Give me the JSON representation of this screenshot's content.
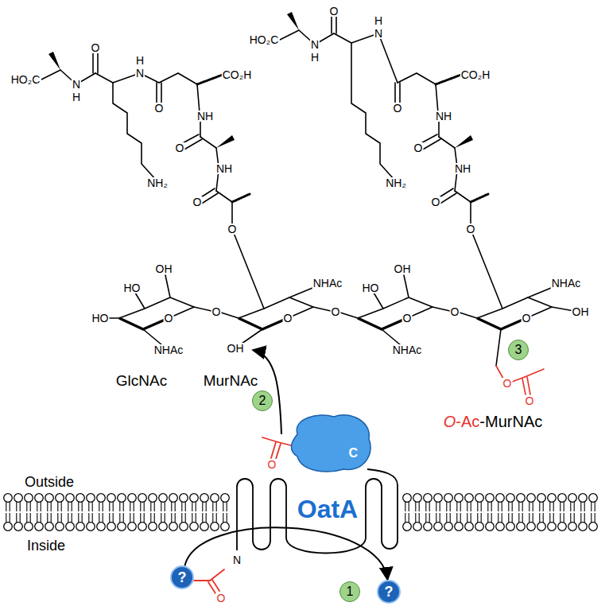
{
  "diagram": {
    "nodes": [
      {
        "text": [
          "3"
        ]
      },
      {
        "text": [
          "2"
        ]
      },
      {
        "text": [
          "C"
        ]
      },
      {
        "text": [
          "?"
        ]
      },
      {
        "text": [
          "1"
        ]
      },
      {
        "text": [
          "?"
        ]
      }
    ],
    "edges": [
      {
        "from": 3,
        "to": 5,
        "arrow": "to"
      }
    ],
    "labels": [
      "HO₂C",
      "O",
      "N",
      "H",
      "H",
      "N",
      "NH₂",
      "O",
      "CO₂H",
      "NH",
      "O",
      "NH",
      "O",
      "O",
      "HO₂C",
      "O",
      "N",
      "H",
      "H",
      "N",
      "NH₂",
      "O",
      "CO₂H",
      "NH",
      "O",
      "NH",
      "O",
      "O",
      "OH",
      "HO",
      "HO",
      "O",
      "NHAc",
      "O",
      "NHAc",
      "O",
      "OH",
      "O",
      "OH",
      "HO",
      "O",
      "NHAc",
      "O",
      "NHAc",
      "O",
      "OH",
      "O",
      "O",
      "GlcNAc",
      "MurNAc",
      "O-Ac-MurNAc",
      "Outside",
      "Inside",
      "OatA",
      "N",
      "O",
      "O"
    ]
  }
}
